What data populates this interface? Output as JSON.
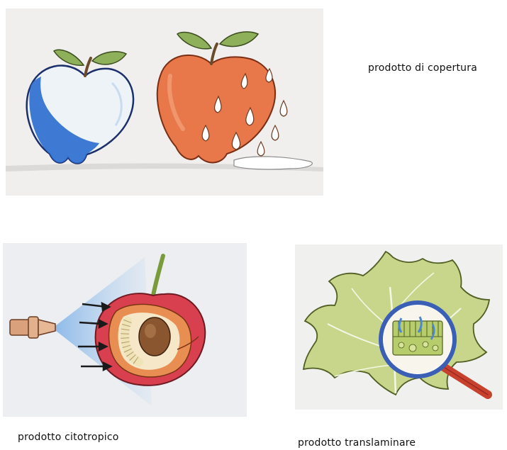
{
  "captions": {
    "copertura": "prodotto di copertura",
    "citotropico": "prodotto citotropico",
    "translaminare": "prodotto translaminare"
  },
  "illustrations": {
    "covered_apple": "apple-coated-blue",
    "dripping_apple": "apple-dripping",
    "cherry_spray": "cherry-cross-section-spray",
    "leaf_magnifier": "leaf-magnifying-glass"
  },
  "colors": {
    "coating_blue": "#2f6fd0",
    "apple_orange": "#e8774a",
    "leaf_green": "#c7d68a",
    "cherry_red": "#d9404f",
    "magnifier_red": "#c8402e"
  }
}
